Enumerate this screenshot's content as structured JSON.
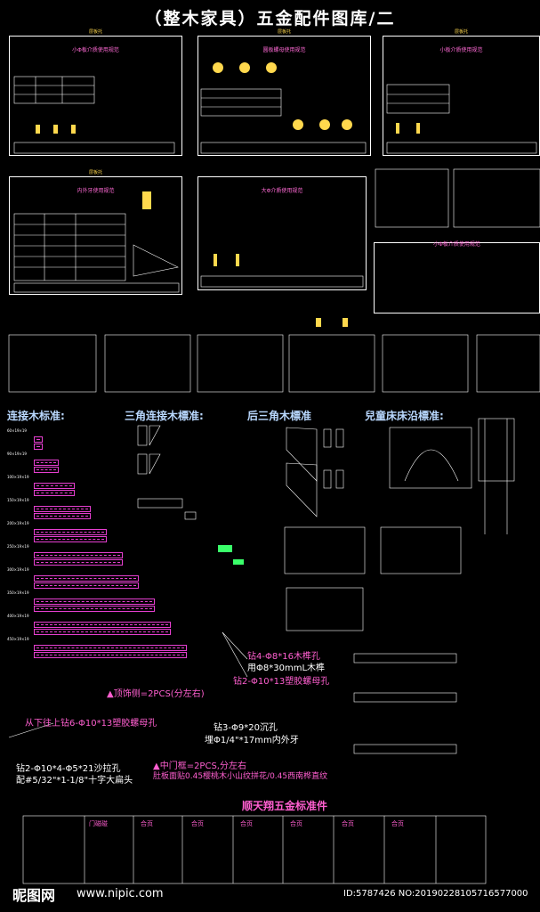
{
  "title": "（整木家具）五金配件图库/二",
  "sheets": [
    {
      "header": "层板托",
      "caption": "小Φ板介质使用规范"
    },
    {
      "header": "层板托",
      "caption": "圆板螺母使用规范"
    },
    {
      "header": "层板托",
      "caption": "小板介质使用规范"
    },
    {
      "header": "层板托",
      "caption": "内外牙使用规范"
    },
    {
      "header": "",
      "caption": "大Φ介质使用规范"
    },
    {
      "header": "",
      "caption": "小Φ板介质使用规范"
    }
  ],
  "sections": {
    "connector": "连接木标准:",
    "triangle": "三角连接木標准:",
    "rear_triangle": "后三角木標准",
    "child_bed": "兒童床床沿標准:"
  },
  "connector_sizes": [
    "60×19×19",
    "90×19×19",
    "100×19×19",
    "150×19×19",
    "200×19×19",
    "250×19×19",
    "300×19×19",
    "350×19×19",
    "400×19×19",
    "450×19×19"
  ],
  "notes": {
    "drill4": "钻4-Φ8*16木榫孔",
    "drill4_sub": "用Φ8*30mmL木榫",
    "drill2": "钻2-Φ10*13塑胶螺母孔",
    "top_side": "▲顶饰侧=2PCS(分左右)",
    "from_below": "从下往上钻6-Φ10*13塑胶螺母孔",
    "drill3": "钻3-Φ9*20沉孔",
    "drill3_sub": "埋Φ1/4\"*17mm内外牙",
    "drill2b": "钻2-Φ10*4-Φ5*21沙拉孔",
    "drill2b_sub": "配#5/32\"*1-1/8\"十字大扁头",
    "mid_door": "▲中门框=2PCS,分左右",
    "mid_door_sub": "肚板面贴0.45樱桃木小山纹拼花/0.45西南桦直纹"
  },
  "standard_title": "顺天翔五金标准件",
  "standard_cells": [
    "门磁碰",
    "合页",
    "合页",
    "合页",
    "合页",
    "合页",
    "合页"
  ],
  "watermark": {
    "logo": "昵图网",
    "url": "www.nipic.com",
    "id": "ID:5787426 NO:20190228105716577000"
  },
  "colors": {
    "accent_pink": "#ff5fd0",
    "title_blue": "#b9d8ff",
    "line": "#ffffff",
    "highlight_yellow": "#ffd84d"
  }
}
